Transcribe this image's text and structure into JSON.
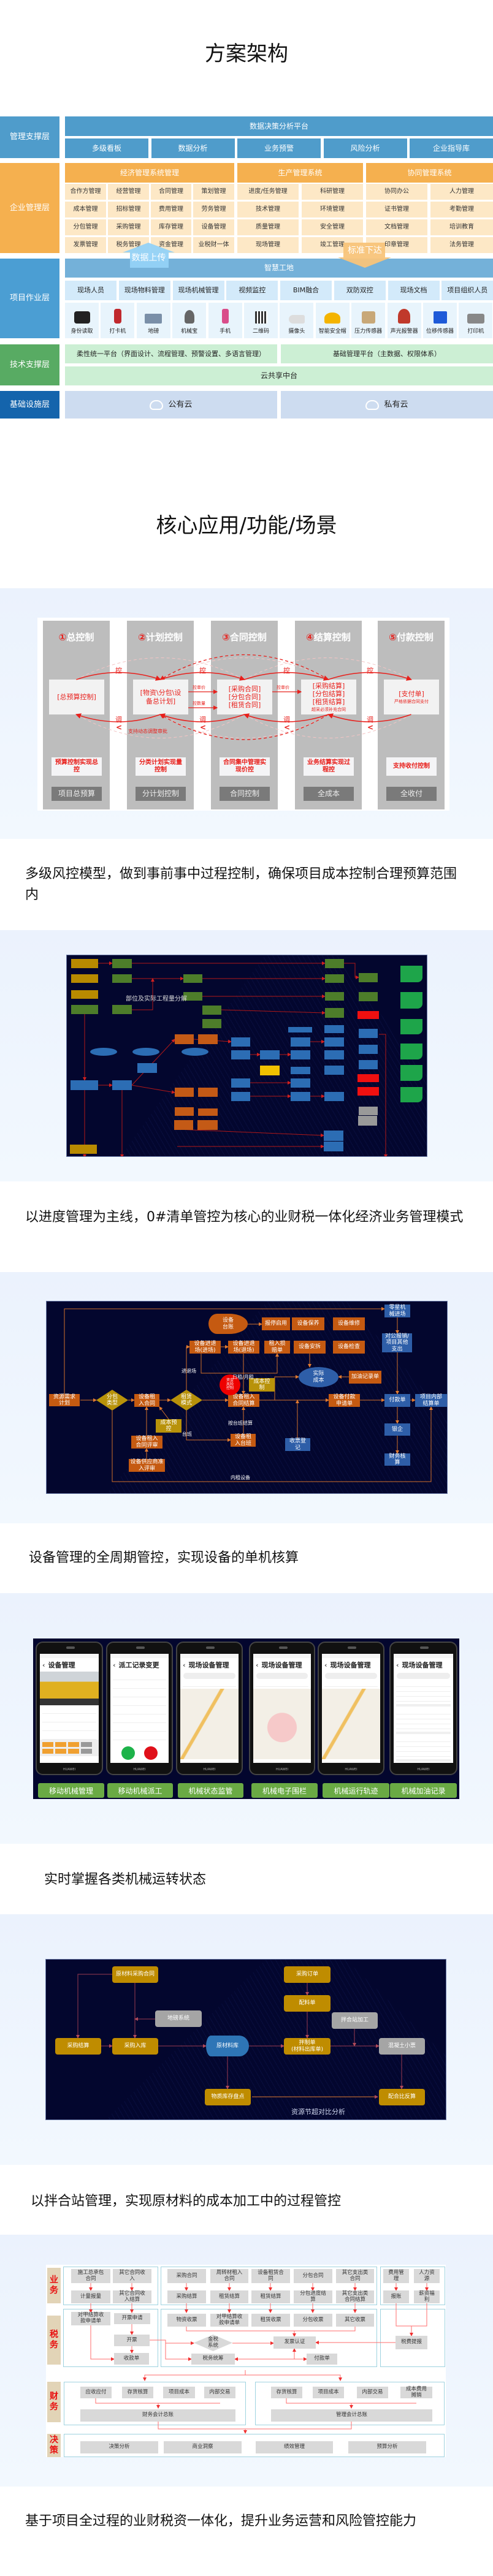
{
  "architecture": {
    "title": "方案架构",
    "management_support": {
      "label": "管理支撑层",
      "platform": "数据决策分析平台",
      "items": [
        "多级看板",
        "数据分析",
        "业务预警",
        "风险分析",
        "企业指导库"
      ]
    },
    "enterprise": {
      "label": "企业管理层",
      "groups": [
        {
          "name": "经济管理系统管理",
          "items": [
            "合作方管理",
            "经营管理",
            "合同管理",
            "策划管理",
            "成本管理",
            "招标管理",
            "费用管理",
            "劳务管理",
            "分包管理",
            "采购管理",
            "库存管理",
            "设备管理",
            "发票管理",
            "税务管理",
            "资金管理",
            "业税财一体"
          ]
        },
        {
          "name": "生产管理系统",
          "items": [
            "进度/任务管理",
            "科研管理",
            "技术管理",
            "环境管理",
            "质量管理",
            "安全管理",
            "现场管理",
            "竣工管理"
          ]
        },
        {
          "name": "协同管理系统",
          "items": [
            "协同办公",
            "人力管理",
            "证书管理",
            "考勤管理",
            "文档管理",
            "培训教育",
            "印章管理",
            "法务管理"
          ]
        }
      ]
    },
    "arrows": {
      "up": "数据上传",
      "down": "标准下达"
    },
    "project": {
      "label": "项目作业层",
      "platform": "智慧工地",
      "modules": [
        "现场人员",
        "现场物料管理",
        "现场机械管理",
        "视频监控",
        "BIM融合",
        "双防双控",
        "现场文档",
        "项目组织人员"
      ],
      "devices": [
        "身份读取",
        "打卡机",
        "地磅",
        "机械宝",
        "手机",
        "二维码",
        "摄像头",
        "智能安全帽",
        "压力传感器",
        "声光报警器",
        "位移传感器",
        "打印机"
      ]
    },
    "tech": {
      "label": "技术支撑层",
      "items": [
        "柔性统一平台（界面设计、流程管理、预警设置、多语言管理）",
        "基础管理平台（主数据、权限体系）"
      ],
      "shared": "云共享中台"
    },
    "infra": {
      "label": "基础设施层",
      "items": [
        "公有云",
        "私有云"
      ]
    }
  },
  "core": {
    "title": "核心应用/功能/场景"
  },
  "cost_control": {
    "caption": "多级风控模型，做到事前事中过程控制，确保项目成本控制合理预算范围内",
    "columns": [
      {
        "num": "①",
        "name": "总控制",
        "box": "[总预算控制]",
        "note": "",
        "goal": "预算控制实现总控",
        "tag": "项目总预算"
      },
      {
        "num": "②",
        "name": "计划控制",
        "box": "[物资\\分包\\设\n备总计划]",
        "note": "",
        "goal": "分类计划实现量控制",
        "tag": "分计划控制"
      },
      {
        "num": "③",
        "name": "合同控制",
        "box": "[采购合同]\n[分包合同]\n[租赁合同]",
        "note": "",
        "goal": "合同集中管理实现价控",
        "tag": "合同控制"
      },
      {
        "num": "④",
        "name": "结算控制",
        "box": "[采购结算]\n[分包结算]\n[租赁结算]",
        "note": "超采必须补充合同",
        "goal": "业务结算实现过程控",
        "tag": "全成本"
      },
      {
        "num": "⑤",
        "name": "付款控制",
        "box": "[支付单]",
        "note": "严格依据合同支付",
        "goal": "支持收付控制",
        "tag": "全收付"
      }
    ],
    "between": {
      "top": "控",
      "bottom": "调",
      "arrow": "<"
    },
    "labels": {
      "unit_price": "控单价",
      "quantity": "控数量",
      "dynamic": "支持动态调整审批"
    },
    "accent": "#e8201c"
  },
  "progress": {
    "caption": "以进度管理为主线，0#清单管控为核心的业财税一体化经济业务管理模式",
    "label": "部位及实际工程量分解"
  },
  "equipment": {
    "caption": "设备管理的全周期管控，实现设备的单机核算",
    "nodes": [
      "资源需求\n计划",
      "分包\n类型",
      "设备租\n入合同",
      "租赁\n模式",
      "设备租入\n合同结算",
      "设备付款\n申请单",
      "付款单",
      "项目内部\n结算单",
      "银企",
      "财务核\n算",
      "零星机\n械进场",
      "对公报销/\n项目其他\n支出",
      "设备\n台账",
      "报停启用",
      "设备保养",
      "设备维修",
      "设备进退\n场(进场)",
      "设备进退\n场(退场)",
      "租入损\n赔单",
      "设备安拆",
      "设备检查",
      "实际\n成本",
      "加油记录单",
      "成本控\n制",
      "资金\n风险\n控制",
      "成本预\n控",
      "设备租入\n合同评审",
      "设备供应商准\n入评审",
      "设备租\n入台班",
      "收票登\n记"
    ],
    "labels": [
      "进退场",
      "日租/月租",
      "按台班结算",
      "台班",
      "内租设备"
    ]
  },
  "mobile": {
    "caption": "实时掌握各类机械运转状态",
    "phones": [
      {
        "title": "设备管理"
      },
      {
        "title": "派工记录变更"
      },
      {
        "title": "现场设备管理"
      },
      {
        "title": "现场设备管理"
      },
      {
        "title": "现场设备管理"
      },
      {
        "title": "现场设备管理"
      }
    ],
    "brand": "HUAWEI",
    "labels": [
      "移动机械管理",
      "移动机械派工",
      "机械状态监管",
      "机械电子围栏",
      "机械运行轨迹",
      "机械加油记录"
    ]
  },
  "mixing": {
    "caption": "以拌合站管理，实现原材料的成本加工中的过程管控",
    "nodes": [
      "原材料采购合同",
      "采购订单",
      "配料单",
      "地磅系统",
      "拌合站加工",
      "采购结算",
      "采购入库",
      "原材料库",
      "拌制单\n(材料出库单)",
      "混凝土小票",
      "物质库存盘点",
      "配合比反算"
    ],
    "label": "资源节超对比分析"
  },
  "finance": {
    "caption": "基于项目全过程的业财税资一体化，提升业务运营和风险管控能力",
    "rows": [
      "业\n务",
      "税\n务",
      "财\n务",
      "决\n策"
    ],
    "boxes": [
      "施工总承包\n合同",
      "其它合同收\n入",
      "计量报量",
      "其它合同收\n入结算",
      "采购合同",
      "周转材租入\n合同",
      "设备租赁合\n同",
      "分包合同",
      "其它支出类\n合同",
      "采购结算",
      "租赁结算",
      "租赁结算",
      "分包进度结\n算",
      "其它支出类\n合同结算",
      "费用管\n理",
      "人力资\n源",
      "报账",
      "薪资福\n利",
      "对甲结算收\n款申请单",
      "开票申请",
      "开票",
      "收款单",
      "物资收票",
      "对甲结算收\n款申请单",
      "租赁收票",
      "分包收票",
      "其它收票",
      "金税\n系统",
      "发票认证",
      "税务统筹",
      "付款单",
      "税费提报",
      "应收应付",
      "存货核算",
      "项目成本",
      "内部交易",
      "存货核算",
      "项目成本",
      "内部交易",
      "成本费用\n摊销",
      "财务会计总账",
      "管理会计总账",
      "决策分析",
      "商业洞察",
      "绩效管理",
      "预算分析"
    ]
  }
}
